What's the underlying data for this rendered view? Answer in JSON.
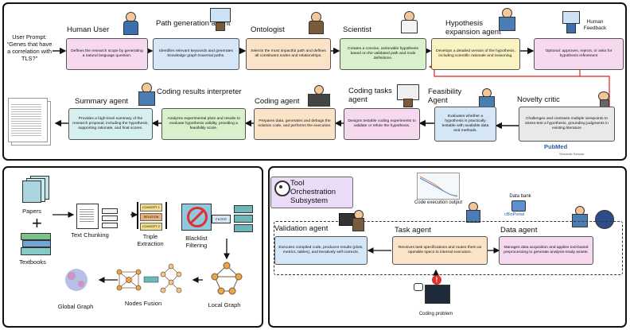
{
  "top": {
    "prompt": {
      "label": "User Prompt:",
      "text": "“Genes that have a correlation with TLS?”"
    },
    "agents": {
      "human_user": {
        "title": "Human User",
        "desc": "Defines the research scope by generating a natural language question."
      },
      "path_generation": {
        "title": "Path generation agent",
        "desc": "Identifies relevant keywords and generates knowledge graph traversal paths."
      },
      "ontologist": {
        "title": "Ontologist",
        "desc": "Selects the most impactful path and defines all constituent nodes and relationships."
      },
      "scientist": {
        "title": "Scientist",
        "desc": "Creates a concise, actionable hypothesis based on the validated path and node definitions."
      },
      "hypothesis_expansion": {
        "title": "Hypothesis expansion agent",
        "desc": "Develops a detailed version of the hypothesis, including scientific rationale and reasoning."
      },
      "human_feedback": {
        "title": "Human Feedback",
        "desc": "Optional: approves, rejects, or asks for hypothesis refinement"
      },
      "novelty_critic": {
        "title": "Novelty critic",
        "desc": "Challenges and contrasts multiple viewpoints to stress-test a hypothesis, grounding judgments in existing literature"
      },
      "feasibility": {
        "title": "Feasibility Agent",
        "desc": "Evaluates whether a hypothesis is practically testable with available data and methods."
      },
      "coding_tasks": {
        "title": "Coding tasks agent",
        "desc": "Designs testable coding experiments to validate or refute the hypothesis."
      },
      "coding": {
        "title": "Coding agent",
        "desc": "Prepares data, generates and debugs the solution code, and performs the execution."
      },
      "coding_results": {
        "title": "Coding results interpreter",
        "desc": "Analyzes experimental plots and results to evaluate hypothesis validity, providing a feasibility score."
      },
      "summary": {
        "title": "Summary agent",
        "desc": "Provides a high-level summary of the research proposal, including the hypothesis, supporting rationale, and final scores."
      }
    },
    "logos": {
      "pubmed": "PubMed",
      "semantic_scholar": "Semantic Scholar"
    }
  },
  "left": {
    "papers": "Papers",
    "plus": "+",
    "textbooks": "Textbooks",
    "text_chunking": "Text Chunking",
    "triple_extraction": "Triple Extraction",
    "triple_items": [
      "CONCEPT 1",
      "RELATION",
      "CONCEPT 2"
    ],
    "blacklist_filtering": "Blacklist Filtering",
    "filter_tag": "FILTER",
    "global_graph": "Global Graph",
    "nodes_fusion": "Nodes Fusion",
    "local_graph": "Local Graph"
  },
  "right": {
    "tool_title": "Tool Orchestration Subsystem",
    "code_execution_output": "Code execution output",
    "data_bank": "Data bank",
    "cbioportal": "cBioPortal",
    "validation_agent": {
      "title": "Validation agent",
      "desc": "Executes compiled code, produces results (plots, metrics, tables), and iteratively self-corrects."
    },
    "task_agent": {
      "title": "Task agent",
      "desc": "Receives task specifications and routes them as operable specs to internal executors."
    },
    "data_agent": {
      "title": "Data agent",
      "desc": "Manages data acquisition and applies tool-based preprocessing to generate analysis-ready assets."
    },
    "coding_problem": "Coding problem"
  },
  "colors": {
    "pink": "#f6d8ef",
    "blue": "#d5e6f7",
    "orange": "#fbe3c8",
    "green": "#d8f0cc",
    "yellow": "#fbf2c2",
    "grey": "#e9e9e9",
    "cyan": "#d6f0f0",
    "arrow_red": "#e02020",
    "teal": "#6ab8b8"
  }
}
